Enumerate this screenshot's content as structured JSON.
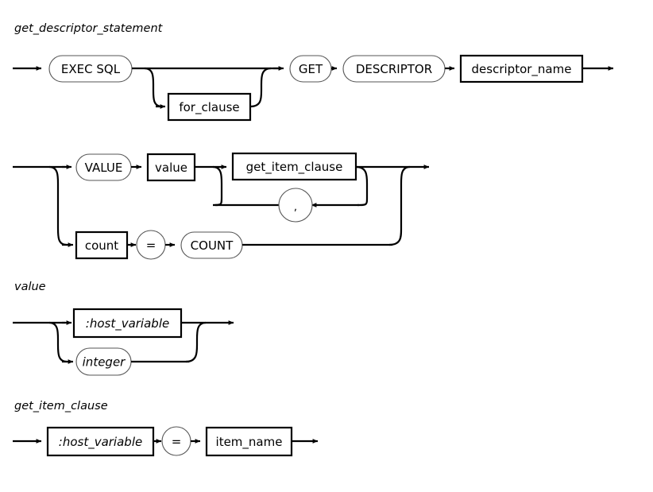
{
  "document": {
    "kind": "railroad-syntax-diagram",
    "background_color": "#ffffff",
    "line_color": "#000000",
    "oval_stroke_color": "#555555"
  },
  "rules": [
    {
      "id": "get-descriptor-statement",
      "title": "get_descriptor_statement",
      "nodes": {
        "exec_sql": "EXEC SQL",
        "for_clause": "for_clause",
        "get": "GET",
        "descriptor": "DESCRIPTOR",
        "descriptor_name": "descriptor_name",
        "value": "VALUE",
        "value_ref": "value",
        "get_item_clause": "get_item_clause",
        "comma": ",",
        "count_ref": "count",
        "equals": "=",
        "count_kw": "COUNT"
      }
    },
    {
      "id": "value",
      "title": "value",
      "nodes": {
        "host_variable": ":host_variable",
        "integer": "integer"
      }
    },
    {
      "id": "get-item-clause",
      "title": "get_item_clause",
      "nodes": {
        "host_variable": ":host_variable",
        "equals": "=",
        "item_name": "item_name"
      }
    }
  ]
}
